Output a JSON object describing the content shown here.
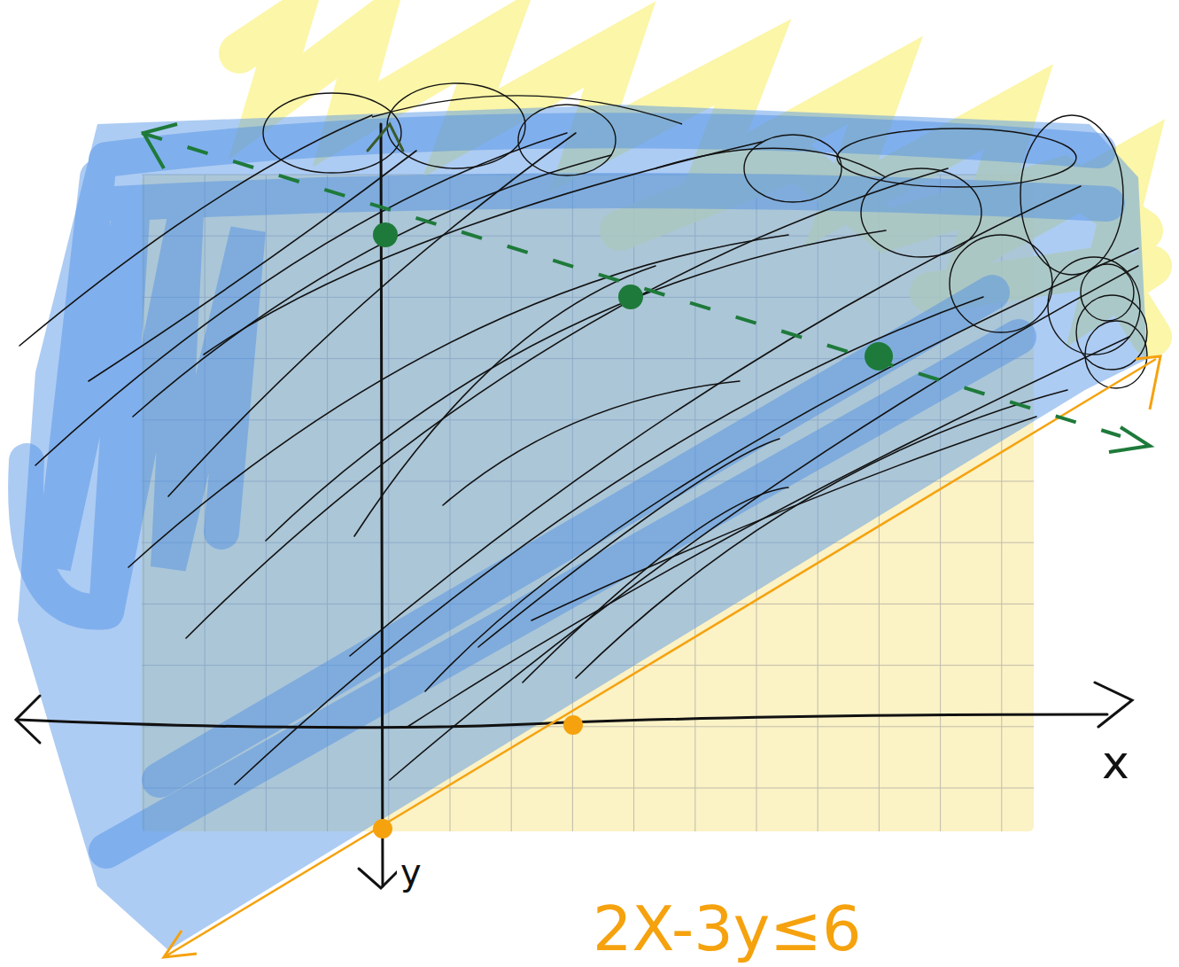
{
  "diagram": {
    "labels": [
      "y",
      "x",
      "2X-3y≤6"
    ]
  }
}
